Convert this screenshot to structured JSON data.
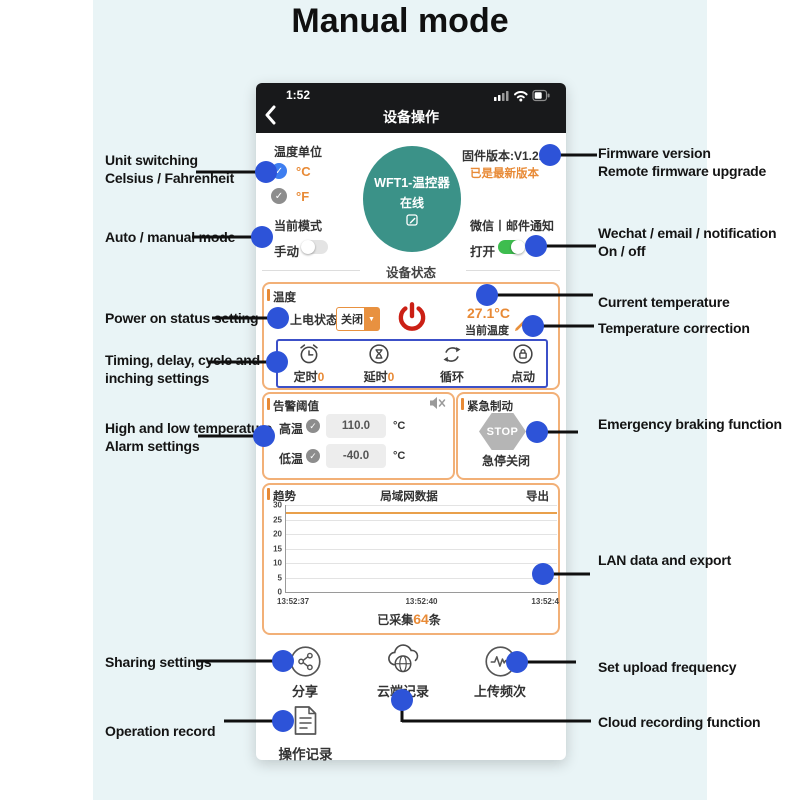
{
  "title": "Manual mode",
  "colors": {
    "backdrop_cyan": "#e9f4f6",
    "accent_orange": "#e88a36",
    "panel_border_orange": "#f2b077",
    "timer_box_blue": "#3c50c8",
    "callout_dot_blue": "#2d53d8",
    "check_blue": "#3e7ef0",
    "device_teal": "#3b9288",
    "toggle_green": "#3ebd4f",
    "power_red": "#cb2015"
  },
  "phone": {
    "status": {
      "time": "1:52"
    },
    "nav": {
      "title": "设备操作"
    },
    "unit": {
      "label": "温度单位",
      "c": "°C",
      "f": "°F"
    },
    "device": {
      "name": "WFT1-温控器",
      "state": "在线"
    },
    "firmware": {
      "version": "固件版本:V1.2.9",
      "latest": "已是最新版本"
    },
    "mode": {
      "label": "当前模式",
      "value": "手动"
    },
    "notify": {
      "label": "微信丨邮件通知",
      "value": "打开"
    },
    "section_divider": "设备状态",
    "temp_panel": {
      "title": "温度",
      "power_state_label": "上电状态:",
      "power_state_value": "关闭",
      "current_temp": "27.1°C",
      "current_temp_label": "当前温度",
      "timers": [
        {
          "label": "定时",
          "value": "0"
        },
        {
          "label": "延时",
          "value": "0"
        },
        {
          "label": "循环",
          "value": ""
        },
        {
          "label": "点动",
          "value": ""
        }
      ]
    },
    "alarm_panel": {
      "title": "告警阈值",
      "high_label": "高温",
      "high_value": "110.0",
      "low_label": "低温",
      "low_value": "-40.0",
      "unit_c": "°C"
    },
    "estop_panel": {
      "title": "紧急制动",
      "stop_text": "STOP",
      "state": "急停关闭"
    },
    "chart_footer": {
      "prefix": "已采集",
      "count": "64",
      "suffix": "条"
    },
    "footer": {
      "share": "分享",
      "cloud": "云端记录",
      "upload": "上传频次",
      "record": "操作记录"
    }
  },
  "chart_data": {
    "type": "line",
    "panel_title": "趋势",
    "title": "局域网数据",
    "export_label": "导出",
    "x_tick_labels": [
      "13:52:37",
      "13:52:40",
      "13:52:4"
    ],
    "y_ticks": [
      0,
      5,
      10,
      15,
      20,
      25,
      30
    ],
    "ylim": [
      0,
      30
    ],
    "grid": true,
    "legend": false,
    "series": [
      {
        "name": "当前温度",
        "color": "#e9a04b",
        "values": [
          27.1,
          27.1,
          27.1,
          27.1,
          27.1,
          27.1,
          27.1
        ]
      }
    ],
    "collected_points": 64
  },
  "annotations": {
    "left": [
      {
        "lines": [
          "Unit switching",
          "Celsius / Fahrenheit"
        ]
      },
      {
        "lines": [
          "Auto / manual mode"
        ]
      },
      {
        "lines": [
          "Power on status setting"
        ]
      },
      {
        "lines": [
          "Timing, delay, cycle and",
          "inching settings"
        ]
      },
      {
        "lines": [
          "High and low temperature",
          "Alarm settings"
        ]
      },
      {
        "lines": [
          "Sharing settings"
        ]
      },
      {
        "lines": [
          "Operation record"
        ]
      }
    ],
    "right": [
      {
        "lines": [
          "Firmware version",
          "Remote firmware upgrade"
        ]
      },
      {
        "lines": [
          "Wechat / email / notification",
          "On / off"
        ]
      },
      {
        "lines": [
          "Current temperature"
        ]
      },
      {
        "lines": [
          "Temperature correction"
        ]
      },
      {
        "lines": [
          "Emergency braking function"
        ]
      },
      {
        "lines": [
          "LAN data and export"
        ]
      },
      {
        "lines": [
          "Set upload frequency"
        ]
      },
      {
        "lines": [
          "Cloud recording function"
        ]
      }
    ]
  }
}
